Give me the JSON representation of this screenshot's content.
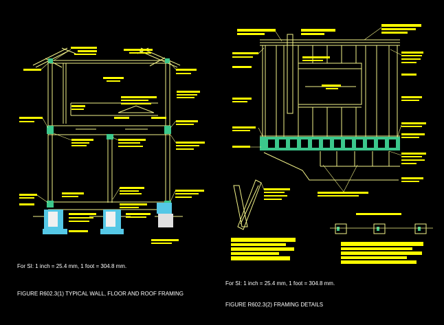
{
  "colors": {
    "background": "#000000",
    "line": "#f5f58a",
    "label_block": "#ffff00",
    "wall_green": "#3cc88c",
    "footing_cyan": "#55c8e6",
    "text": "#ffffff"
  },
  "left_figure": {
    "si_note": "For SI: 1 inch = 25.4 mm, 1 foot = 304.8 mm.",
    "caption": "FIGURE R602.3(1) TYPICAL WALL, FLOOR AND ROOF FRAMING"
  },
  "right_figure": {
    "si_note": "For SI: 1 inch = 25.4 mm, 1 foot = 304.8 mm.",
    "caption": "FIGURE R602.3(2) FRAMING DETAILS"
  }
}
